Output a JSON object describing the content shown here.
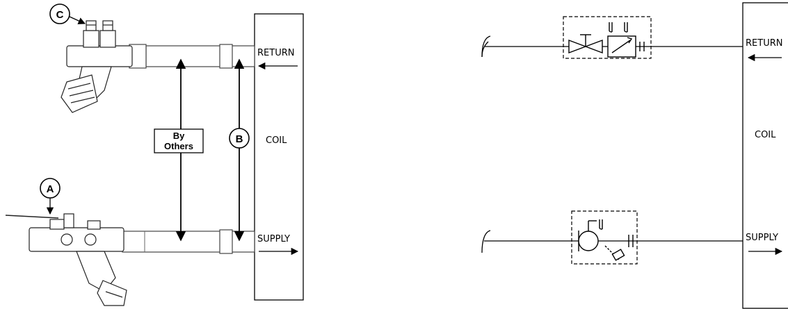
{
  "left_diagram": {
    "return_label": "RETURN",
    "supply_label": "SUPPLY",
    "coil_label": "COIL",
    "by_others_line1": "By",
    "by_others_line2": "Others",
    "callouts": [
      "A",
      "B",
      "C"
    ]
  },
  "right_diagram": {
    "return_label": "RETURN",
    "supply_label": "SUPPLY",
    "coil_label": "COIL"
  }
}
